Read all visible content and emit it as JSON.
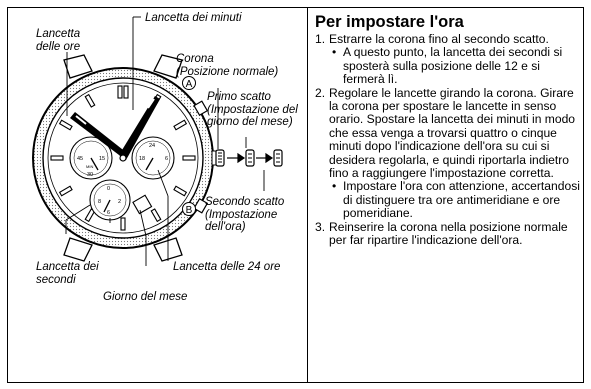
{
  "labels": {
    "hour_hand": "Lancetta\ndelle ore",
    "minute_hand": "Lancetta dei minuti",
    "crown": "Corona\n(Posizione normale)",
    "first_click": "Primo scatto\n(Impostazione del\ngiorno del mese)",
    "second_click": "Secondo scatto\n(Impostazione\ndell'ora)",
    "second_hand": "Lancetta dei\nsecondi",
    "hand_24h": "Lancetta delle 24 ore",
    "day_of_month": "Giorno del mese",
    "button_a": "A",
    "button_b": "B"
  },
  "dial": {
    "left_sub": [
      "45",
      "15",
      "30",
      "MIN"
    ],
    "right_sub": [
      "24",
      "18",
      "6"
    ],
    "bottom_sub": [
      "0",
      "8",
      "2",
      "6"
    ]
  },
  "text": {
    "title": "Per impostare l'ora",
    "steps": [
      {
        "num": "1.",
        "text": "Estrarre la corona fino al secondo scatto.",
        "bullets": [
          "A questo punto, la lancetta dei secondi si sposterà sulla posizione delle 12 e si fermerà lì."
        ]
      },
      {
        "num": "2.",
        "text": "Regolare le lancette girando la corona. Girare la corona per spostare le lancette in senso orario. Spostare la lancetta dei minuti in modo che essa venga a trovarsi quattro o cinque minuti dopo l'indicazione dell'ora su cui si desidera regolarla, e quindi riportarla indietro fino a raggiungere l'impostazione corretta.",
        "bullets": [
          "Impostare l'ora con attenzione, accertandosi di distinguere tra ore antimeridiane e ore pomeridiane."
        ]
      },
      {
        "num": "3.",
        "text": "Reinserire la corona nella posizione normale per far ripartire l'indicazione dell'ora.",
        "bullets": []
      }
    ]
  }
}
